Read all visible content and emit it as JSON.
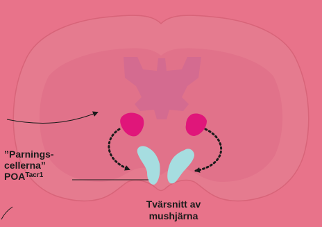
{
  "labels": {
    "cells_line1": "”Parnings-",
    "cells_line2": "cellerna”",
    "cells_line3_main": "POA",
    "cells_line3_sup": "Tacr1"
  },
  "caption": {
    "line1": "Tvärsnitt av",
    "line2": "mushjärna"
  },
  "colors": {
    "background": "#e8738a",
    "brain_section": "#e57b8f",
    "inner_region": "#de6c86",
    "central_shape": "#cf6a92",
    "magenta_nuclei": "#e0167a",
    "poa_cells": "#a6dde0",
    "arrows": "#1b1b1b"
  }
}
